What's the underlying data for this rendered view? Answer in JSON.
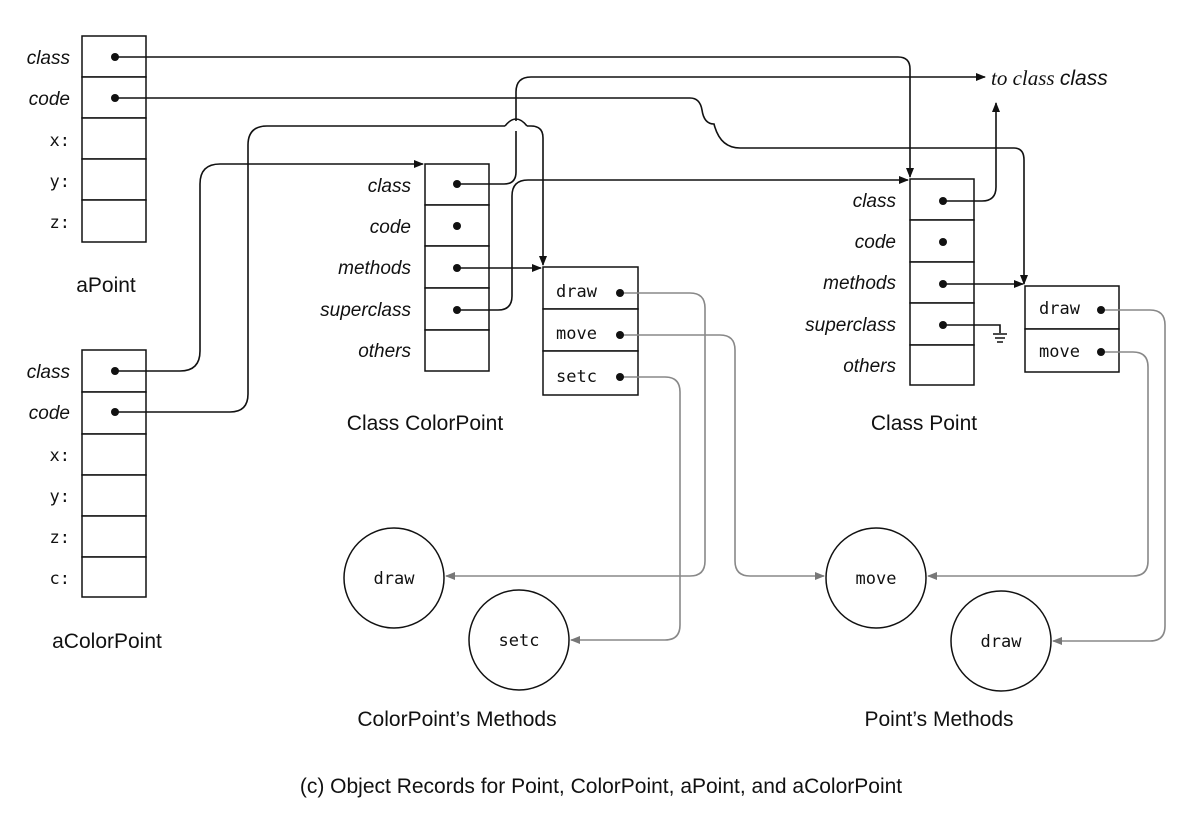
{
  "fields": {
    "class": "class",
    "code": "code",
    "x": "x:",
    "y": "y:",
    "z": "z:",
    "c": "c:",
    "methods": "methods",
    "superclass": "superclass",
    "others": "others"
  },
  "methods": {
    "draw": "draw",
    "move": "move",
    "setc": "setc"
  },
  "titles": {
    "a_point": "aPoint",
    "a_color_point": "aColorPoint",
    "class_color_point": "Class ColorPoint",
    "class_point": "Class Point",
    "color_point_methods": "ColorPoint’s Methods",
    "point_methods": "Point’s Methods"
  },
  "to_class_class": {
    "prefix": "to class ",
    "suffix": "class"
  },
  "caption": "(c) Object Records for Point, ColorPoint, aPoint, and aColorPoint"
}
